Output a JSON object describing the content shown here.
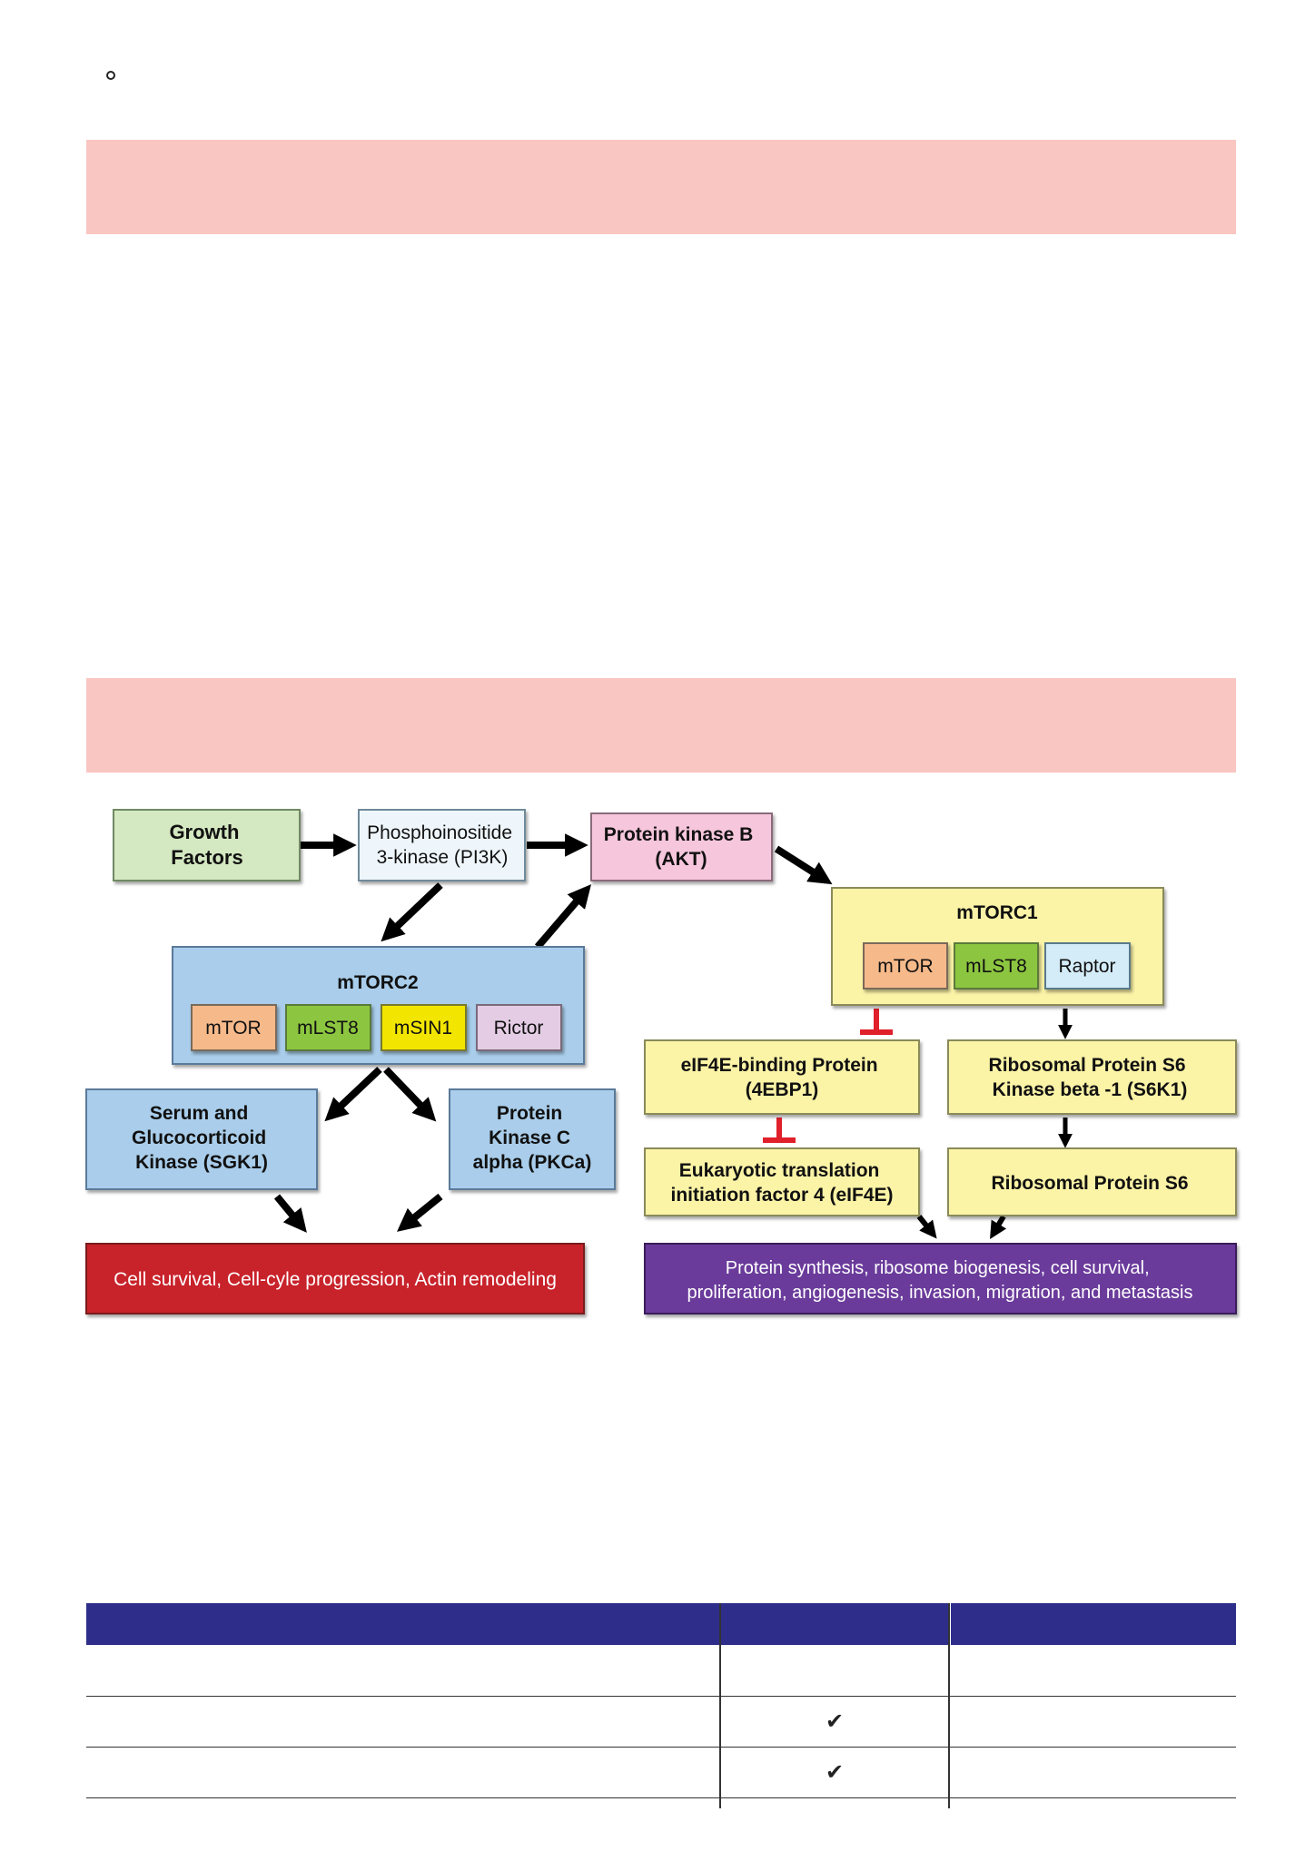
{
  "page": {
    "bullet": "bullet-circle"
  },
  "diagram": {
    "growth_factors": [
      "Growth",
      "Factors"
    ],
    "pi3k": [
      "Phosphoinositide",
      "3-kinase (PI3K)"
    ],
    "akt": [
      "Protein kinase B",
      "(AKT)"
    ],
    "mtorc1": {
      "title": "mTORC1",
      "components": [
        "mTOR",
        "mLST8",
        "Raptor"
      ]
    },
    "mtorc2": {
      "title": "mTORC2",
      "components": [
        "mTOR",
        "mLST8",
        "mSIN1",
        "Rictor"
      ]
    },
    "sgk1": [
      "Serum and",
      "Glucocorticoid",
      "Kinase (SGK1)"
    ],
    "pkca": [
      "Protein",
      "Kinase C",
      "alpha (PKCa)"
    ],
    "eif4ebp": [
      "eIF4E-binding Protein",
      "(4EBP1)"
    ],
    "s6k1": [
      "Ribosomal Protein S6",
      "Kinase beta -1 (S6K1)"
    ],
    "eif4e": [
      "Eukaryotic translation",
      "initiation factor 4 (eIF4E)"
    ],
    "rps6": [
      "Ribosomal Protein S6"
    ],
    "outcome_left": "Cell survival, Cell-cyle progression, Actin remodeling",
    "outcome_right": [
      "Protein synthesis, ribosome biogenesis, cell survival,",
      "proliferation, angiogenesis, invasion, migration, and metastasis"
    ],
    "colors": {
      "green_box": "#d4e8c1",
      "pi3k_box": "#eef6fb",
      "akt_box": "#f6c6dc",
      "yellow_box": "#fbf3a6",
      "blue_box": "#a9cdea",
      "orange_box": "#f6b98a",
      "lst8_box": "#8cc63f",
      "msin1_box": "#f2e600",
      "rictor_box": "#e4cde4",
      "raptor_box": "#d4ecf8",
      "red_box": "#c8202a",
      "purple_box": "#6b3a9b",
      "inhibit": "#e0202a"
    }
  },
  "table": {
    "checks": [
      "✔",
      "✔"
    ]
  }
}
